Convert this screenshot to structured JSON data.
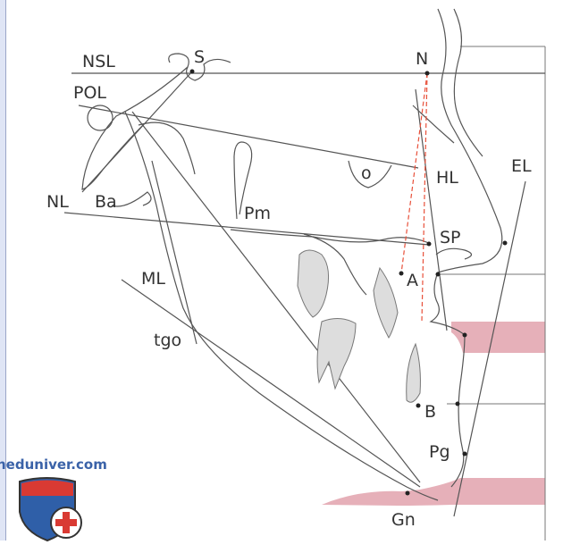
{
  "labels": {
    "nsl": "NSL",
    "s": "S",
    "n": "N",
    "pol": "POL",
    "o": "o",
    "hl": "HL",
    "el": "EL",
    "nl": "NL",
    "ba": "Ba",
    "pm": "Pm",
    "sp": "SP",
    "ml": "ML",
    "a": "A",
    "tgo": "tgo",
    "b": "B",
    "pg": "Pg",
    "gn": "Gn"
  },
  "watermark": {
    "text": "neduniver.com"
  },
  "colors": {
    "soft_tissue_band": "#e2a2ad",
    "dashed_line": "#e8503a",
    "logo_blue": "#2f5fa8",
    "logo_red": "#d93a33"
  }
}
